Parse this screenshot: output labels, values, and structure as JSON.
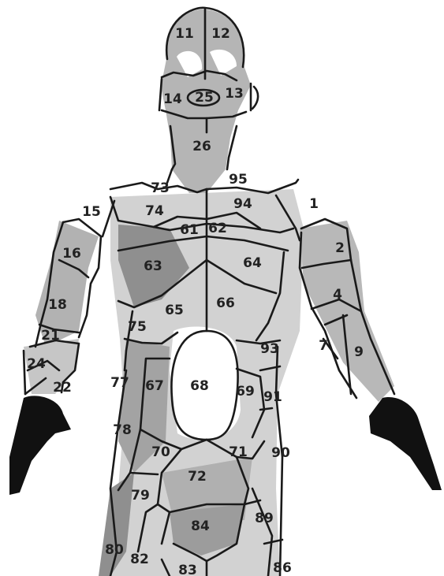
{
  "figure": {
    "colors": {
      "shade": "#9a9a9a",
      "shade_light": "#c9c9c9",
      "outline": "#1a1a1a",
      "hand": "#111111",
      "label": "#222222"
    },
    "region_labels": [
      "1",
      "2",
      "4",
      "7",
      "9",
      "11",
      "12",
      "13",
      "14",
      "15",
      "16",
      "18",
      "21",
      "22",
      "24",
      "25",
      "26",
      "61",
      "62",
      "63",
      "64",
      "65",
      "66",
      "67",
      "68",
      "69",
      "70",
      "71",
      "72",
      "73",
      "74",
      "75",
      "77",
      "78",
      "79",
      "80",
      "82",
      "83",
      "84",
      "86",
      "89",
      "90",
      "91",
      "93",
      "94",
      "95"
    ]
  }
}
